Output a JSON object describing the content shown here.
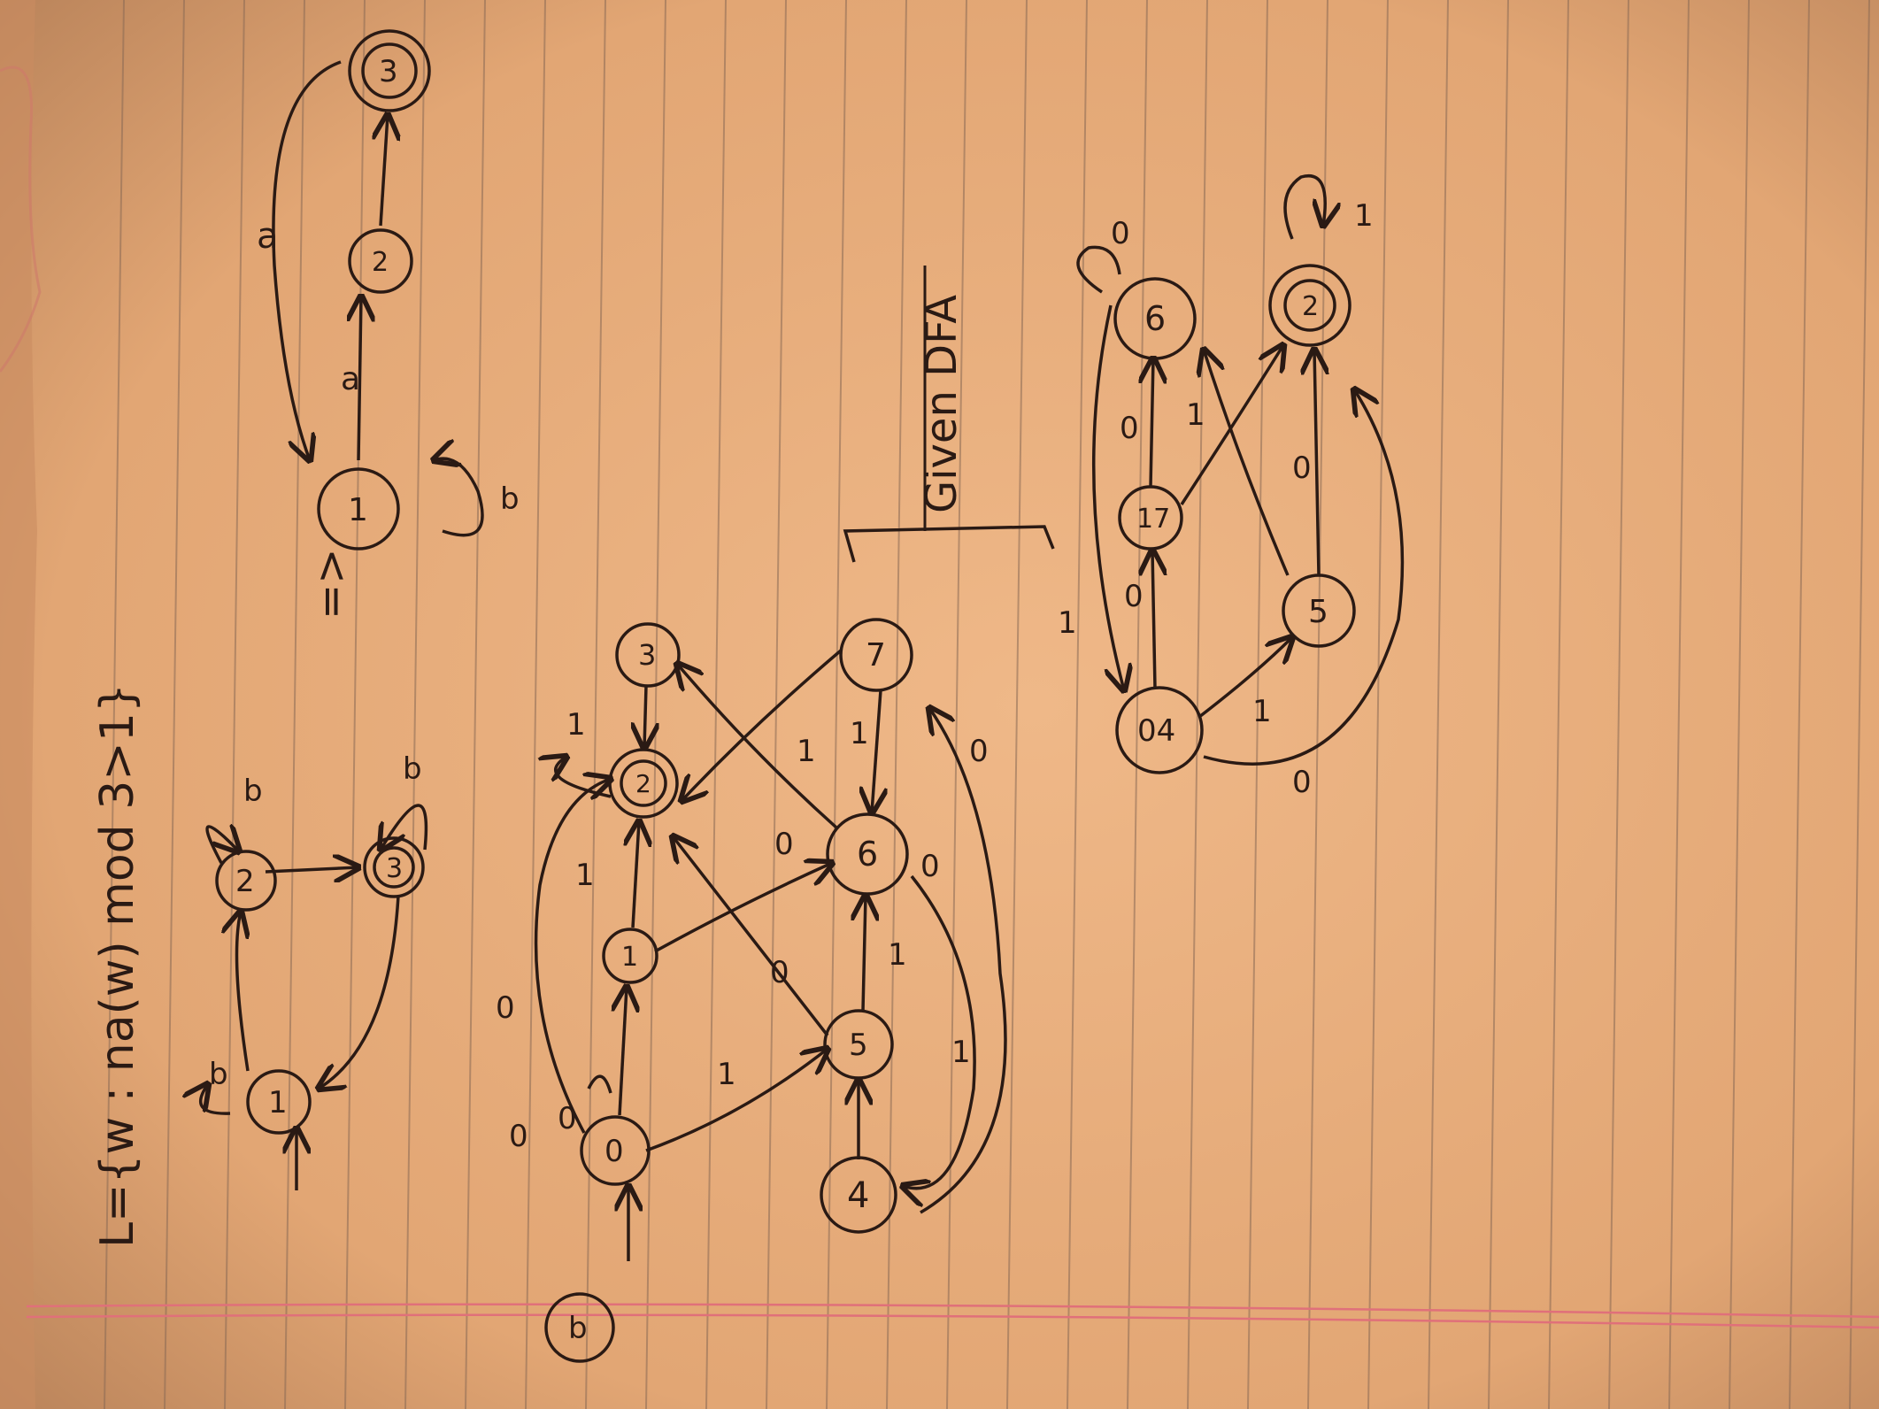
{
  "page": {
    "paper_color": "#e6ad7c",
    "line_color": "#8a6a55",
    "margin_color": "#e0707a",
    "ink_color": "#2a1a14"
  },
  "top_section": {
    "language_definition": "L={w : na(w) mod 3>1}",
    "dfa1_states": [
      "1",
      "2",
      "3"
    ],
    "dfa1_labels": [
      "b",
      "b",
      "b"
    ],
    "implies": "=>",
    "dfa2_states": [
      "1",
      "2",
      "3"
    ],
    "dfa2_labels": [
      "a",
      "a",
      "b"
    ]
  },
  "part_b": {
    "label": "b",
    "nfa_states": [
      "0",
      "1",
      "2",
      "3",
      "4",
      "5",
      "6",
      "7"
    ],
    "nfa_edge_labels": [
      "0",
      "1",
      "0",
      "1",
      "1",
      "1",
      "0",
      "1",
      "1",
      "0",
      "1",
      "0",
      "0",
      "0"
    ],
    "given_label": "Given DFA",
    "dfa_states": [
      "04",
      "17",
      "6",
      "5",
      "2"
    ],
    "dfa_edge_labels": [
      "1",
      "0",
      "0",
      "0",
      "1",
      "0",
      "1",
      "0",
      "1"
    ]
  }
}
